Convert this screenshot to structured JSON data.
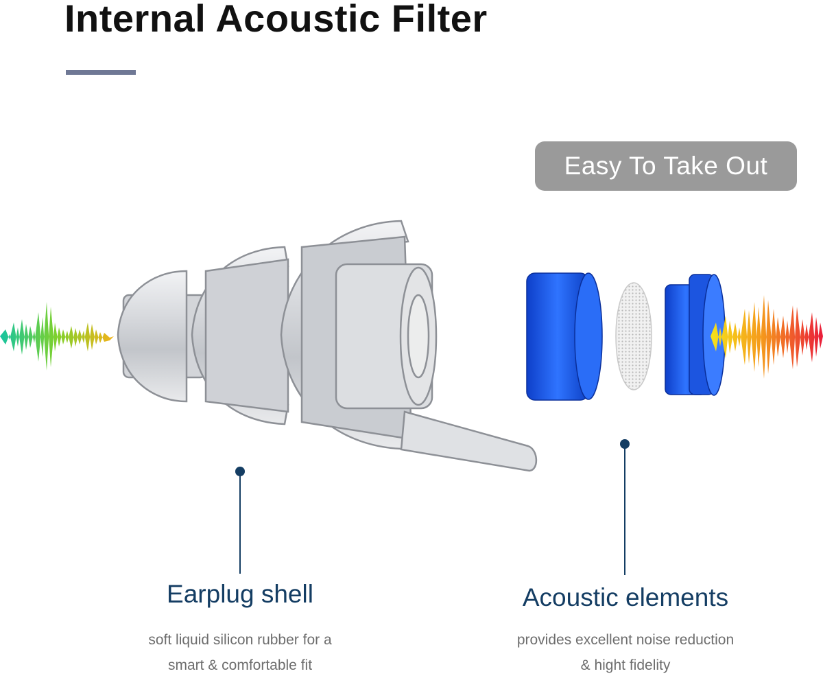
{
  "title": "Internal Acoustic Filter",
  "badge": "Easy To Take Out",
  "shell": {
    "label": "Earplug shell",
    "desc_line1": "soft liquid silicon rubber for a",
    "desc_line2": "smart & comfortable fit"
  },
  "elements": {
    "label": "Acoustic elements",
    "desc_line1": "provides excellent noise reduction",
    "desc_line2": "& hight fidelity"
  },
  "colors": {
    "title": "#111111",
    "accent_bar": "#6f7895",
    "badge_bg": "#9a9a9a",
    "label": "#143d63",
    "desc": "#6d6d6d",
    "filter_blue": "#1e5ce8"
  }
}
